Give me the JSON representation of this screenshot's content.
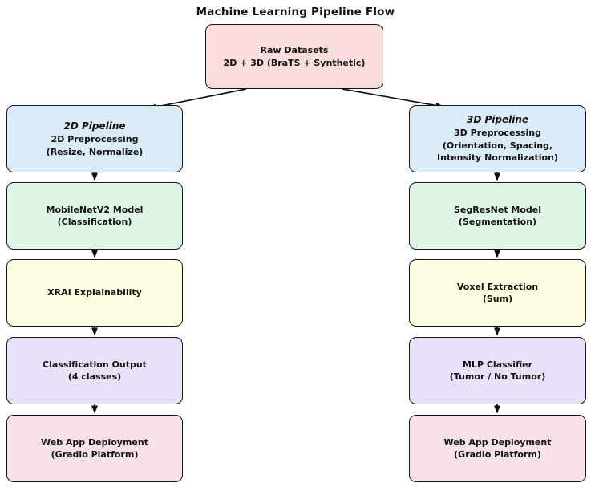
{
  "title": "Machine Learning Pipeline Flow",
  "colors": {
    "raw": "#fbdddd",
    "preprocess": "#dcebf9",
    "model": "#dff6e7",
    "explain": "#fdfce0",
    "output": "#e9e1f9",
    "deploy": "#f9e1ec",
    "border": "#161616",
    "text": "#111111",
    "arrow": "#111111"
  },
  "root": {
    "lines": [
      "Raw Datasets",
      "2D + 3D (BraTS + Synthetic)"
    ]
  },
  "left_pipeline": {
    "label": "2D Pipeline",
    "nodes": [
      {
        "lines": [
          "2D Preprocessing",
          "(Resize, Normalize)"
        ]
      },
      {
        "lines": [
          "MobileNetV2 Model",
          "(Classification)"
        ]
      },
      {
        "lines": [
          "XRAI Explainability"
        ]
      },
      {
        "lines": [
          "Classification Output",
          "(4 classes)"
        ]
      },
      {
        "lines": [
          "Web App Deployment",
          "(Gradio Platform)"
        ]
      }
    ]
  },
  "right_pipeline": {
    "label": "3D Pipeline",
    "nodes": [
      {
        "lines": [
          "3D Preprocessing",
          "(Orientation, Spacing,",
          "Intensity Normalization)"
        ]
      },
      {
        "lines": [
          "SegResNet Model",
          "(Segmentation)"
        ]
      },
      {
        "lines": [
          "Voxel Extraction",
          "(Sum)"
        ]
      },
      {
        "lines": [
          "MLP Classifier",
          "(Tumor / No Tumor)"
        ]
      },
      {
        "lines": [
          "Web App Deployment",
          "(Gradio Platform)"
        ]
      }
    ]
  }
}
